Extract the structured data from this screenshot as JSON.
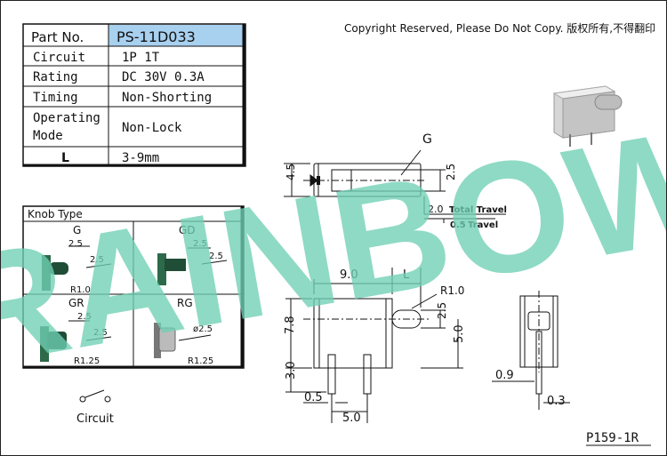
{
  "copyright": "Copyright Reserved, Please Do Not Copy. 版权所有,不得翻印",
  "watermark": "RAINBOW",
  "spec_table": [
    {
      "label": "Part No.",
      "value": "PS-11D033"
    },
    {
      "label": "Circuit",
      "value": "1P 1T"
    },
    {
      "label": "Rating",
      "value": "DC 30V 0.3A"
    },
    {
      "label": "Timing",
      "value": "Non-Shorting"
    },
    {
      "label": "Operating",
      "label2": "Mode",
      "value": "Non-Lock"
    },
    {
      "label": "L",
      "value": "3-9mm"
    }
  ],
  "knob_panel": {
    "title": "Knob Type",
    "cells": [
      {
        "name": "G",
        "dims": [
          "2.5",
          "2.5",
          "R1.0"
        ]
      },
      {
        "name": "GD",
        "dims": [
          "2.5",
          "2.5"
        ]
      },
      {
        "name": "GR",
        "dims": [
          "2.5",
          "2.5",
          "R1.25"
        ]
      },
      {
        "name": "RG",
        "dims": [
          "ø2.5",
          "R1.25"
        ]
      }
    ]
  },
  "circuit_label": "Circuit",
  "top_view": {
    "callout": "G",
    "dims": [
      "4.5",
      "2.5"
    ],
    "total_travel_value": "2.0",
    "total_travel_label": "Total Travel",
    "travel_value": "0.5",
    "travel_label": "Travel"
  },
  "front_view": {
    "dims": {
      "w": "9.0",
      "l": "L",
      "r": "R1.0",
      "h1": "7.8",
      "h2": "2.5",
      "h3": "5.0",
      "pin_h": "3.0",
      "pin_w": "0.5",
      "pitch": "5.0"
    }
  },
  "side_view": {
    "dims": {
      "a": "0.9",
      "b": "0.3"
    }
  },
  "page_code": "P159-1R",
  "colors": {
    "accent_cell": "#a8d0ef",
    "watermark": "#6fd0b3",
    "knob_green": "#1f4d36"
  }
}
